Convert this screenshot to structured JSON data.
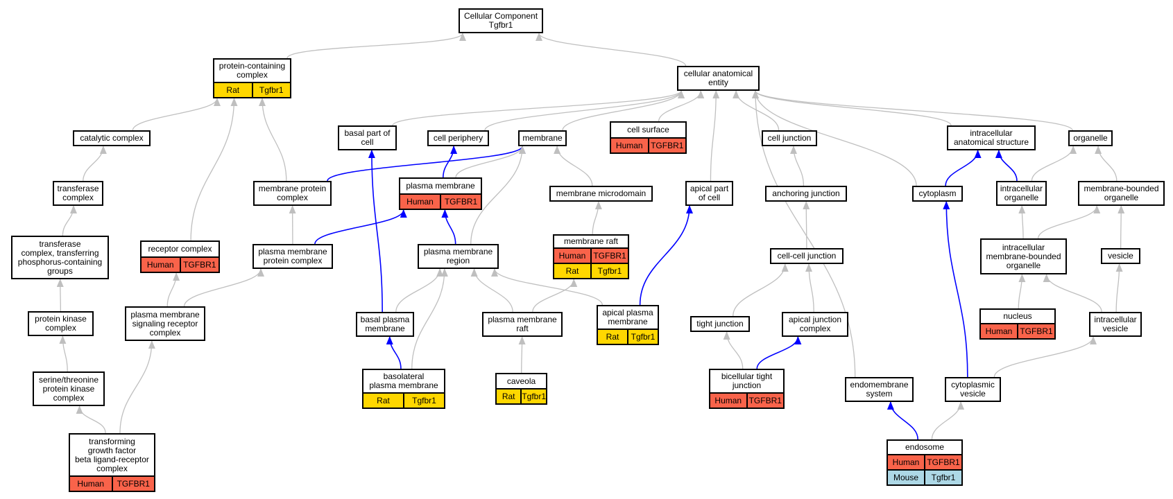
{
  "colors": {
    "human": "#f9634a",
    "rat": "#ffd700",
    "mouse": "#add8e6",
    "edge_gray": "#bfbfbf",
    "edge_blue": "#0000ff"
  },
  "nodes": [
    {
      "id": "cc",
      "label": "Cellular Component\nTgfbr1"
    },
    {
      "id": "pcc",
      "label": "protein-containing\ncomplex",
      "tags": [
        {
          "species": "rat",
          "species_label": "Rat",
          "gene": "Tgfbr1"
        }
      ]
    },
    {
      "id": "cae",
      "label": "cellular anatomical\nentity"
    },
    {
      "id": "catc",
      "label": "catalytic complex"
    },
    {
      "id": "bpc",
      "label": "basal part of\ncell"
    },
    {
      "id": "cper",
      "label": "cell periphery"
    },
    {
      "id": "mem",
      "label": "membrane"
    },
    {
      "id": "csurf",
      "label": "cell surface",
      "tags": [
        {
          "species": "human",
          "species_label": "Human",
          "gene": "TGFBR1"
        }
      ]
    },
    {
      "id": "cj",
      "label": "cell junction"
    },
    {
      "id": "ias",
      "label": "intracellular\nanatomical structure"
    },
    {
      "id": "org",
      "label": "organelle"
    },
    {
      "id": "trc",
      "label": "transferase\ncomplex"
    },
    {
      "id": "mpc",
      "label": "membrane protein\ncomplex"
    },
    {
      "id": "pm",
      "label": "plasma membrane",
      "tags": [
        {
          "species": "human",
          "species_label": "Human",
          "gene": "TGFBR1"
        }
      ]
    },
    {
      "id": "mmd",
      "label": "membrane microdomain"
    },
    {
      "id": "apc",
      "label": "apical part\nof cell"
    },
    {
      "id": "aj",
      "label": "anchoring junction"
    },
    {
      "id": "cyt",
      "label": "cytoplasm"
    },
    {
      "id": "io",
      "label": "intracellular\norganelle"
    },
    {
      "id": "mbo",
      "label": "membrane-bounded\norganelle"
    },
    {
      "id": "tcp",
      "label": "transferase\ncomplex, transferring\nphosphorus-containing\ngroups"
    },
    {
      "id": "rc",
      "label": "receptor complex",
      "tags": [
        {
          "species": "human",
          "species_label": "Human",
          "gene": "TGFBR1"
        }
      ]
    },
    {
      "id": "pmpc",
      "label": "plasma membrane\nprotein complex"
    },
    {
      "id": "pmr",
      "label": "plasma membrane\nregion"
    },
    {
      "id": "mr",
      "label": "membrane raft",
      "tags": [
        {
          "species": "human",
          "species_label": "Human",
          "gene": "TGFBR1"
        },
        {
          "species": "rat",
          "species_label": "Rat",
          "gene": "Tgfbr1"
        }
      ]
    },
    {
      "id": "ccj",
      "label": "cell-cell junction"
    },
    {
      "id": "imbo",
      "label": "intracellular\nmembrane-bounded\norganelle"
    },
    {
      "id": "ves",
      "label": "vesicle"
    },
    {
      "id": "pkc",
      "label": "protein kinase\ncomplex"
    },
    {
      "id": "pmsrc",
      "label": "plasma membrane\nsignaling receptor\ncomplex"
    },
    {
      "id": "bpm",
      "label": "basal plasma\nmembrane"
    },
    {
      "id": "pmraft",
      "label": "plasma membrane\nraft"
    },
    {
      "id": "apm",
      "label": "apical plasma\nmembrane",
      "tags": [
        {
          "species": "rat",
          "species_label": "Rat",
          "gene": "Tgfbr1"
        }
      ]
    },
    {
      "id": "tj",
      "label": "tight junction"
    },
    {
      "id": "ajc",
      "label": "apical junction\ncomplex"
    },
    {
      "id": "nuc",
      "label": "nucleus",
      "tags": [
        {
          "species": "human",
          "species_label": "Human",
          "gene": "TGFBR1"
        }
      ]
    },
    {
      "id": "iv",
      "label": "intracellular\nvesicle"
    },
    {
      "id": "stpkc",
      "label": "serine/threonine\nprotein kinase\ncomplex"
    },
    {
      "id": "blpm",
      "label": "basolateral\nplasma membrane",
      "tags": [
        {
          "species": "rat",
          "species_label": "Rat",
          "gene": "Tgfbr1"
        }
      ]
    },
    {
      "id": "cav",
      "label": "caveola",
      "tags": [
        {
          "species": "rat",
          "species_label": "Rat",
          "gene": "Tgfbr1"
        }
      ]
    },
    {
      "id": "btj",
      "label": "bicellular tight\njunction",
      "tags": [
        {
          "species": "human",
          "species_label": "Human",
          "gene": "TGFBR1"
        }
      ]
    },
    {
      "id": "ems",
      "label": "endomembrane\nsystem"
    },
    {
      "id": "cv",
      "label": "cytoplasmic\nvesicle"
    },
    {
      "id": "tgfb",
      "label": "transforming\ngrowth factor\nbeta ligand-receptor\ncomplex",
      "tags": [
        {
          "species": "human",
          "species_label": "Human",
          "gene": "TGFBR1"
        }
      ]
    },
    {
      "id": "endo",
      "label": "endosome",
      "tags": [
        {
          "species": "human",
          "species_label": "Human",
          "gene": "TGFBR1"
        },
        {
          "species": "mouse",
          "species_label": "Mouse",
          "gene": "Tgfbr1"
        }
      ]
    }
  ],
  "edges": [
    {
      "from": "pcc",
      "to": "cc",
      "kind": "gray"
    },
    {
      "from": "cae",
      "to": "cc",
      "kind": "gray"
    },
    {
      "from": "catc",
      "to": "pcc",
      "kind": "gray"
    },
    {
      "from": "rc",
      "to": "pcc",
      "kind": "gray"
    },
    {
      "from": "mpc",
      "to": "pcc",
      "kind": "gray"
    },
    {
      "from": "trc",
      "to": "catc",
      "kind": "gray"
    },
    {
      "from": "tcp",
      "to": "trc",
      "kind": "gray"
    },
    {
      "from": "pkc",
      "to": "tcp",
      "kind": "gray"
    },
    {
      "from": "stpkc",
      "to": "pkc",
      "kind": "gray"
    },
    {
      "from": "tgfb",
      "to": "stpkc",
      "kind": "gray"
    },
    {
      "from": "tgfb",
      "to": "pmsrc",
      "kind": "gray"
    },
    {
      "from": "pmsrc",
      "to": "rc",
      "kind": "gray"
    },
    {
      "from": "pmsrc",
      "to": "pmpc",
      "kind": "gray"
    },
    {
      "from": "pmpc",
      "to": "mpc",
      "kind": "gray"
    },
    {
      "from": "pmpc",
      "to": "pm",
      "kind": "blue"
    },
    {
      "from": "mpc",
      "to": "mem",
      "kind": "blue"
    },
    {
      "from": "bpc",
      "to": "cae",
      "kind": "gray"
    },
    {
      "from": "cper",
      "to": "cae",
      "kind": "gray"
    },
    {
      "from": "mem",
      "to": "cae",
      "kind": "gray"
    },
    {
      "from": "csurf",
      "to": "cae",
      "kind": "gray"
    },
    {
      "from": "apc",
      "to": "cae",
      "kind": "gray"
    },
    {
      "from": "cj",
      "to": "cae",
      "kind": "gray"
    },
    {
      "from": "ems",
      "to": "cae",
      "kind": "gray"
    },
    {
      "from": "cyt",
      "to": "cae",
      "kind": "gray"
    },
    {
      "from": "ias",
      "to": "cae",
      "kind": "gray"
    },
    {
      "from": "org",
      "to": "cae",
      "kind": "gray"
    },
    {
      "from": "pm",
      "to": "cper",
      "kind": "blue"
    },
    {
      "from": "pm",
      "to": "mem",
      "kind": "gray"
    },
    {
      "from": "pmr",
      "to": "pm",
      "kind": "blue"
    },
    {
      "from": "pmr",
      "to": "mem",
      "kind": "gray"
    },
    {
      "from": "mmd",
      "to": "mem",
      "kind": "gray"
    },
    {
      "from": "mr",
      "to": "mmd",
      "kind": "gray"
    },
    {
      "from": "bpm",
      "to": "bpc",
      "kind": "blue"
    },
    {
      "from": "bpm",
      "to": "pmr",
      "kind": "gray"
    },
    {
      "from": "blpm",
      "to": "bpm",
      "kind": "blue"
    },
    {
      "from": "blpm",
      "to": "pmr",
      "kind": "gray"
    },
    {
      "from": "pmraft",
      "to": "pmr",
      "kind": "gray"
    },
    {
      "from": "pmraft",
      "to": "mr",
      "kind": "gray"
    },
    {
      "from": "cav",
      "to": "pmraft",
      "kind": "gray"
    },
    {
      "from": "apm",
      "to": "pmr",
      "kind": "gray"
    },
    {
      "from": "apm",
      "to": "apc",
      "kind": "blue"
    },
    {
      "from": "aj",
      "to": "cj",
      "kind": "gray"
    },
    {
      "from": "ccj",
      "to": "aj",
      "kind": "gray"
    },
    {
      "from": "tj",
      "to": "ccj",
      "kind": "gray"
    },
    {
      "from": "ajc",
      "to": "ccj",
      "kind": "gray"
    },
    {
      "from": "btj",
      "to": "tj",
      "kind": "gray"
    },
    {
      "from": "btj",
      "to": "ajc",
      "kind": "blue"
    },
    {
      "from": "cyt",
      "to": "ias",
      "kind": "blue"
    },
    {
      "from": "io",
      "to": "ias",
      "kind": "blue"
    },
    {
      "from": "io",
      "to": "org",
      "kind": "gray"
    },
    {
      "from": "mbo",
      "to": "org",
      "kind": "gray"
    },
    {
      "from": "imbo",
      "to": "io",
      "kind": "gray"
    },
    {
      "from": "imbo",
      "to": "mbo",
      "kind": "gray"
    },
    {
      "from": "ves",
      "to": "mbo",
      "kind": "gray"
    },
    {
      "from": "nuc",
      "to": "imbo",
      "kind": "gray"
    },
    {
      "from": "iv",
      "to": "imbo",
      "kind": "gray"
    },
    {
      "from": "iv",
      "to": "ves",
      "kind": "gray"
    },
    {
      "from": "cv",
      "to": "cyt",
      "kind": "blue"
    },
    {
      "from": "cv",
      "to": "iv",
      "kind": "gray"
    },
    {
      "from": "endo",
      "to": "ems",
      "kind": "blue"
    },
    {
      "from": "endo",
      "to": "cv",
      "kind": "gray"
    }
  ]
}
